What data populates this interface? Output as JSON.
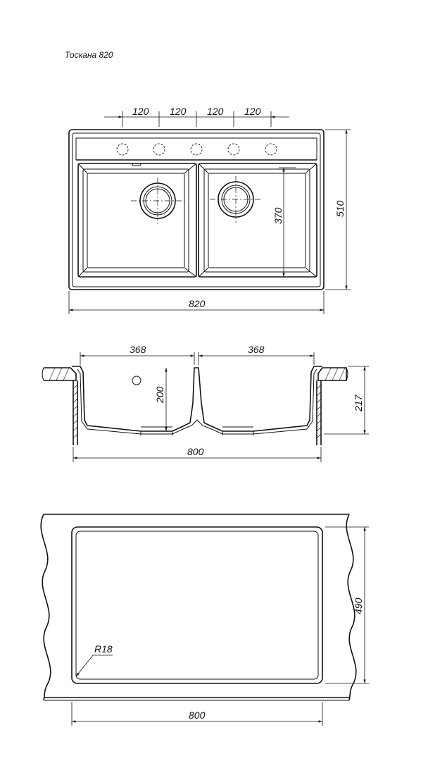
{
  "title": "Тоскана 820",
  "top_view": {
    "hole_spacing": [
      "120",
      "120",
      "120",
      "120"
    ],
    "depth_bowl": "370",
    "overall_depth": "510",
    "overall_width": "820"
  },
  "section_view": {
    "bowl_width_left": "368",
    "bowl_width_right": "368",
    "bowl_depth": "200",
    "overall_height": "217",
    "cabinet_width": "800"
  },
  "cutout_view": {
    "radius": "R18",
    "cutout_depth": "490",
    "cutout_width": "800"
  }
}
